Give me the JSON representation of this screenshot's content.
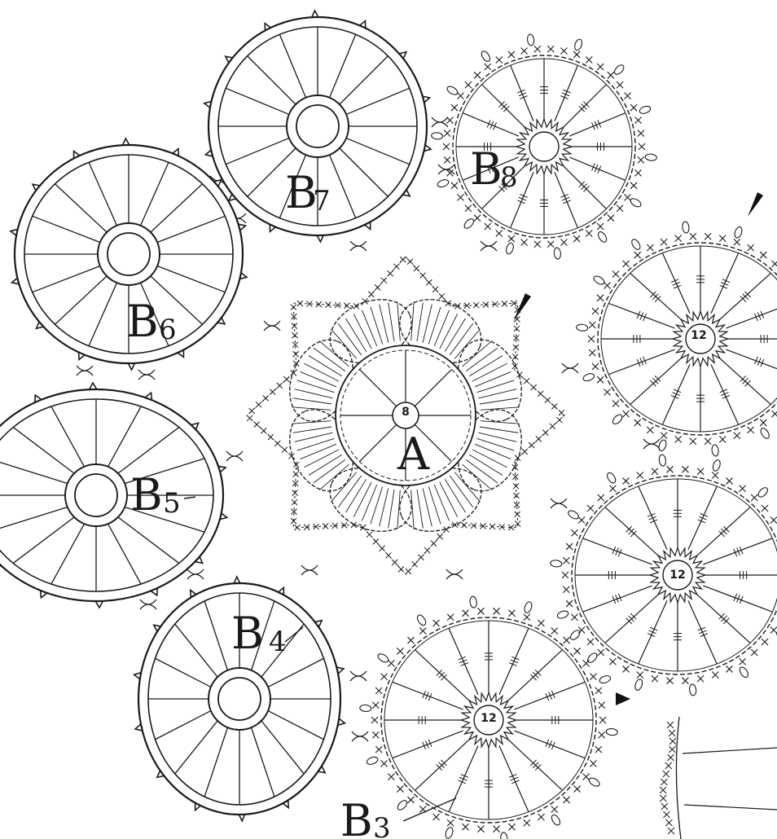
{
  "diagram": {
    "motifs": [
      {
        "id": "A",
        "label": "A",
        "sub": "",
        "kind": "center-flower",
        "center_count": "8"
      },
      {
        "id": "B3",
        "label": "B",
        "sub": "3",
        "kind": "detailed",
        "center_count": "12"
      },
      {
        "id": "B4",
        "label": "B",
        "sub": "4",
        "kind": "outline"
      },
      {
        "id": "B5",
        "label": "B",
        "sub": "5",
        "kind": "outline"
      },
      {
        "id": "B6",
        "label": "B",
        "sub": "6",
        "kind": "outline"
      },
      {
        "id": "B7",
        "label": "B",
        "sub": "7",
        "kind": "outline"
      },
      {
        "id": "B8",
        "label": "B",
        "sub": "8",
        "kind": "outline-partial"
      },
      {
        "id": "R1",
        "label": "",
        "sub": "",
        "kind": "detailed",
        "center_count": "12"
      },
      {
        "id": "R2",
        "label": "",
        "sub": "",
        "kind": "detailed",
        "center_count": "12"
      }
    ]
  }
}
